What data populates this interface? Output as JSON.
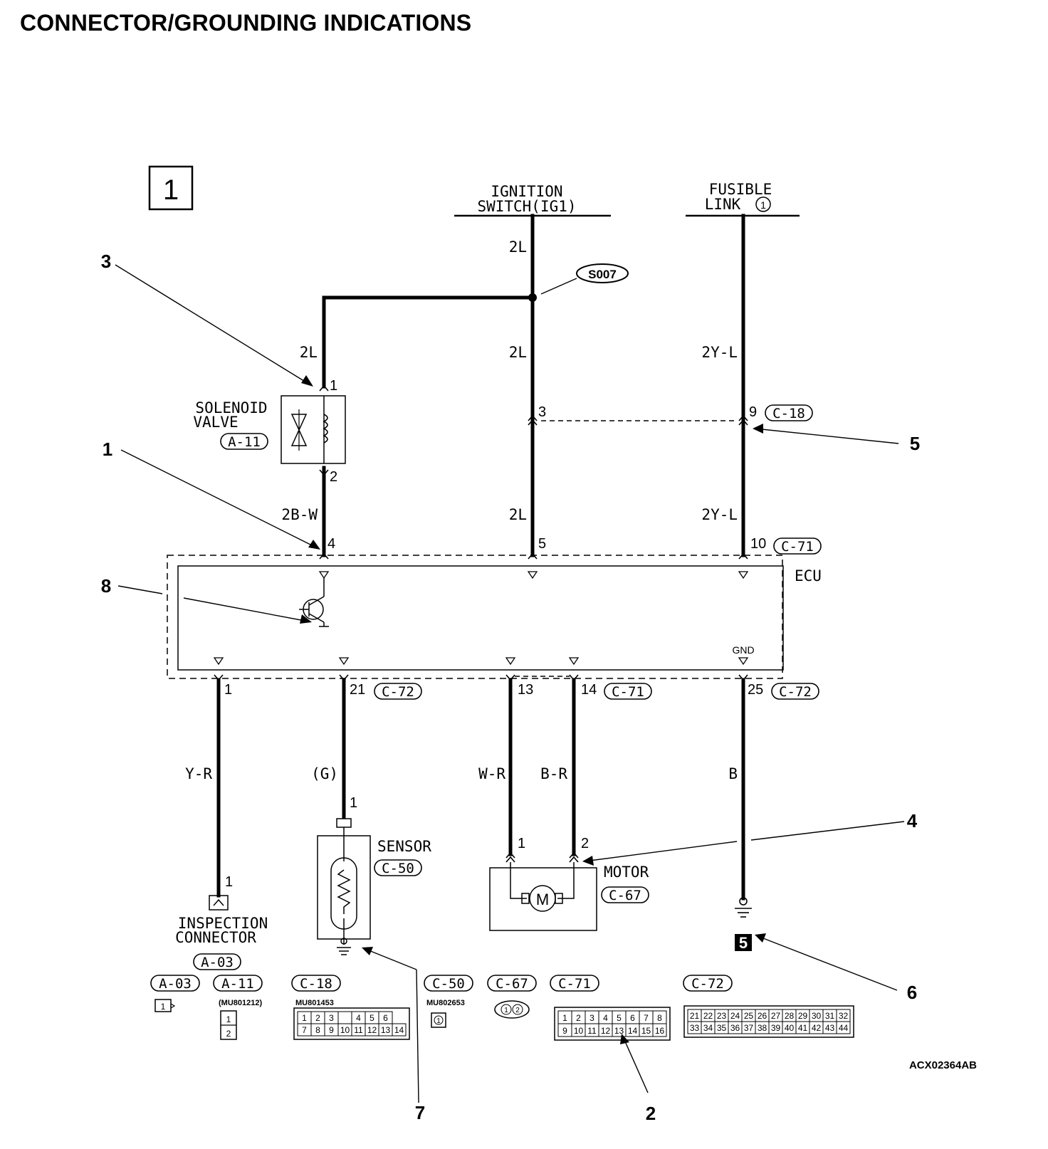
{
  "title": "CONNECTOR/GROUNDING INDICATIONS",
  "figure_number": "1",
  "figure_code": "ACX02364AB",
  "splice": "S007",
  "power_sources": [
    {
      "label_line1": "IGNITION",
      "label_line2": "SWITCH(IG1)"
    },
    {
      "label_line1": "FUSIBLE",
      "label_line2": "LINK",
      "link_no": "1"
    }
  ],
  "wires": {
    "ig_top": "2L",
    "ig_mid": "2L",
    "ig_low": "2L",
    "sol_in": "2L",
    "sol_out": "2B-W",
    "fl_mid": "2Y-L",
    "fl_low": "2Y-L",
    "insp": "Y-R",
    "sensor": "(G)",
    "motor1": "W-R",
    "motor2": "B-R",
    "ground": "B"
  },
  "pins": {
    "sol1": "1",
    "sol2": "2",
    "ig3": "3",
    "fl9": "9",
    "ecu4": "4",
    "ecu5": "5",
    "ecu10": "10",
    "ecu1": "1",
    "ecu21": "21",
    "ecu13": "13",
    "ecu14": "14",
    "ecu25": "25",
    "sensor1": "1",
    "motor1": "1",
    "motor2": "2",
    "insp1": "1"
  },
  "connectors": {
    "c18": "C-18",
    "c71_top": "C-71",
    "c71_bot": "C-71",
    "c72_a": "C-72",
    "c72_b": "C-72",
    "a11": "A-11",
    "c50": "C-50",
    "c67": "C-67",
    "a03": "A-03"
  },
  "components": {
    "solenoid_l1": "SOLENOID",
    "solenoid_l2": "VALVE",
    "ecu": "ECU",
    "gnd": "GND",
    "sensor": "SENSOR",
    "motor": "MOTOR",
    "motor_symbol": "M",
    "insp_l1": "INSPECTION",
    "insp_l2": "CONNECTOR",
    "ground_point": "5"
  },
  "callouts": [
    "1",
    "2",
    "3",
    "4",
    "5",
    "6",
    "7",
    "8"
  ],
  "legend": {
    "a03": "A-03",
    "a11": "A-11",
    "c18": "C-18",
    "c50": "C-50",
    "c67": "C-67",
    "c71": "C-71",
    "c72": "C-72",
    "a11_part": "(MU801212)",
    "c18_part": "MU801453",
    "c50_part": "MU802653",
    "a03_pin": "1",
    "a11_pins": [
      "1",
      "2"
    ],
    "c50_pin": "1",
    "c67_pins": [
      "1",
      "2"
    ],
    "c18_row1": [
      "1",
      "2",
      "3",
      "",
      "4",
      "5",
      "6"
    ],
    "c18_row2": [
      "7",
      "8",
      "9",
      "10",
      "11",
      "12",
      "13",
      "14"
    ],
    "c71_row1": [
      "1",
      "2",
      "3",
      "4",
      "5",
      "6",
      "7",
      "8"
    ],
    "c71_row2": [
      "9",
      "10",
      "11",
      "12",
      "13",
      "14",
      "15",
      "16"
    ],
    "c72_row1": [
      "21",
      "22",
      "23",
      "24",
      "25",
      "26",
      "27",
      "28",
      "29",
      "30",
      "31",
      "32"
    ],
    "c72_row2": [
      "33",
      "34",
      "35",
      "36",
      "37",
      "38",
      "39",
      "40",
      "41",
      "42",
      "43",
      "44"
    ]
  }
}
